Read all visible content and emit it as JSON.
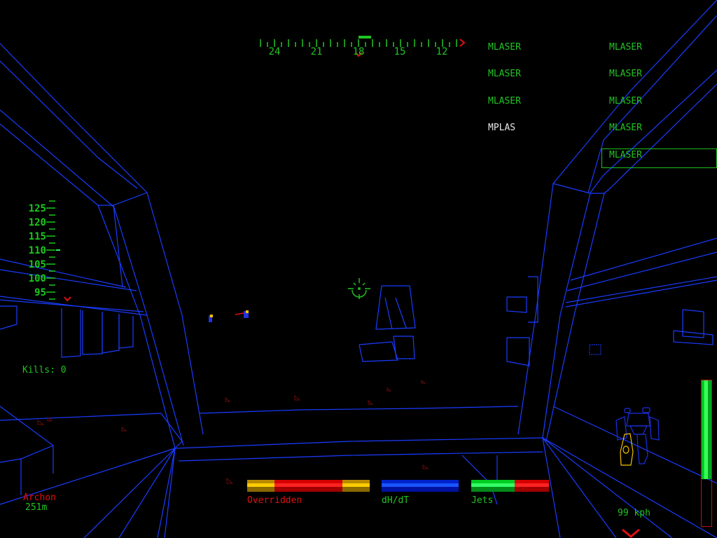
{
  "compass": {
    "labels": [
      "24",
      "21",
      "18",
      "15",
      "12"
    ],
    "heading_marker_color": "#dd1111"
  },
  "weapons": {
    "left_group": [
      {
        "name": "MLASER",
        "state": "ready"
      },
      {
        "name": "MLASER",
        "state": "ready"
      },
      {
        "name": "MLASER",
        "state": "ready"
      },
      {
        "name": "MPLAS",
        "state": "inactive"
      }
    ],
    "right_group": [
      {
        "name": "MLASER",
        "state": "ready"
      },
      {
        "name": "MLASER",
        "state": "ready"
      },
      {
        "name": "MLASER",
        "state": "ready"
      },
      {
        "name": "MLASER",
        "state": "ready"
      },
      {
        "name": "MLASER",
        "state": "selected"
      }
    ]
  },
  "altimeter": {
    "labels": [
      "125",
      "120",
      "115",
      "110",
      "105",
      "100",
      "95"
    ],
    "current": "110"
  },
  "stats": {
    "kills_label": "Kills: 0"
  },
  "target": {
    "name": "Archon",
    "distance": "251m"
  },
  "gauges": {
    "heat_label": "Overridden",
    "dhdt_label": "dH/dT",
    "jets_label": "Jets"
  },
  "speed": {
    "value": "99 kph"
  },
  "throttle": {
    "percent": 67
  },
  "colors": {
    "wireframe": "#1a3cff",
    "hud_green": "#22c322",
    "alert_red": "#e01010",
    "warning_yellow": "#f0c000",
    "enemy_dim_red": "#6a0a0a"
  }
}
